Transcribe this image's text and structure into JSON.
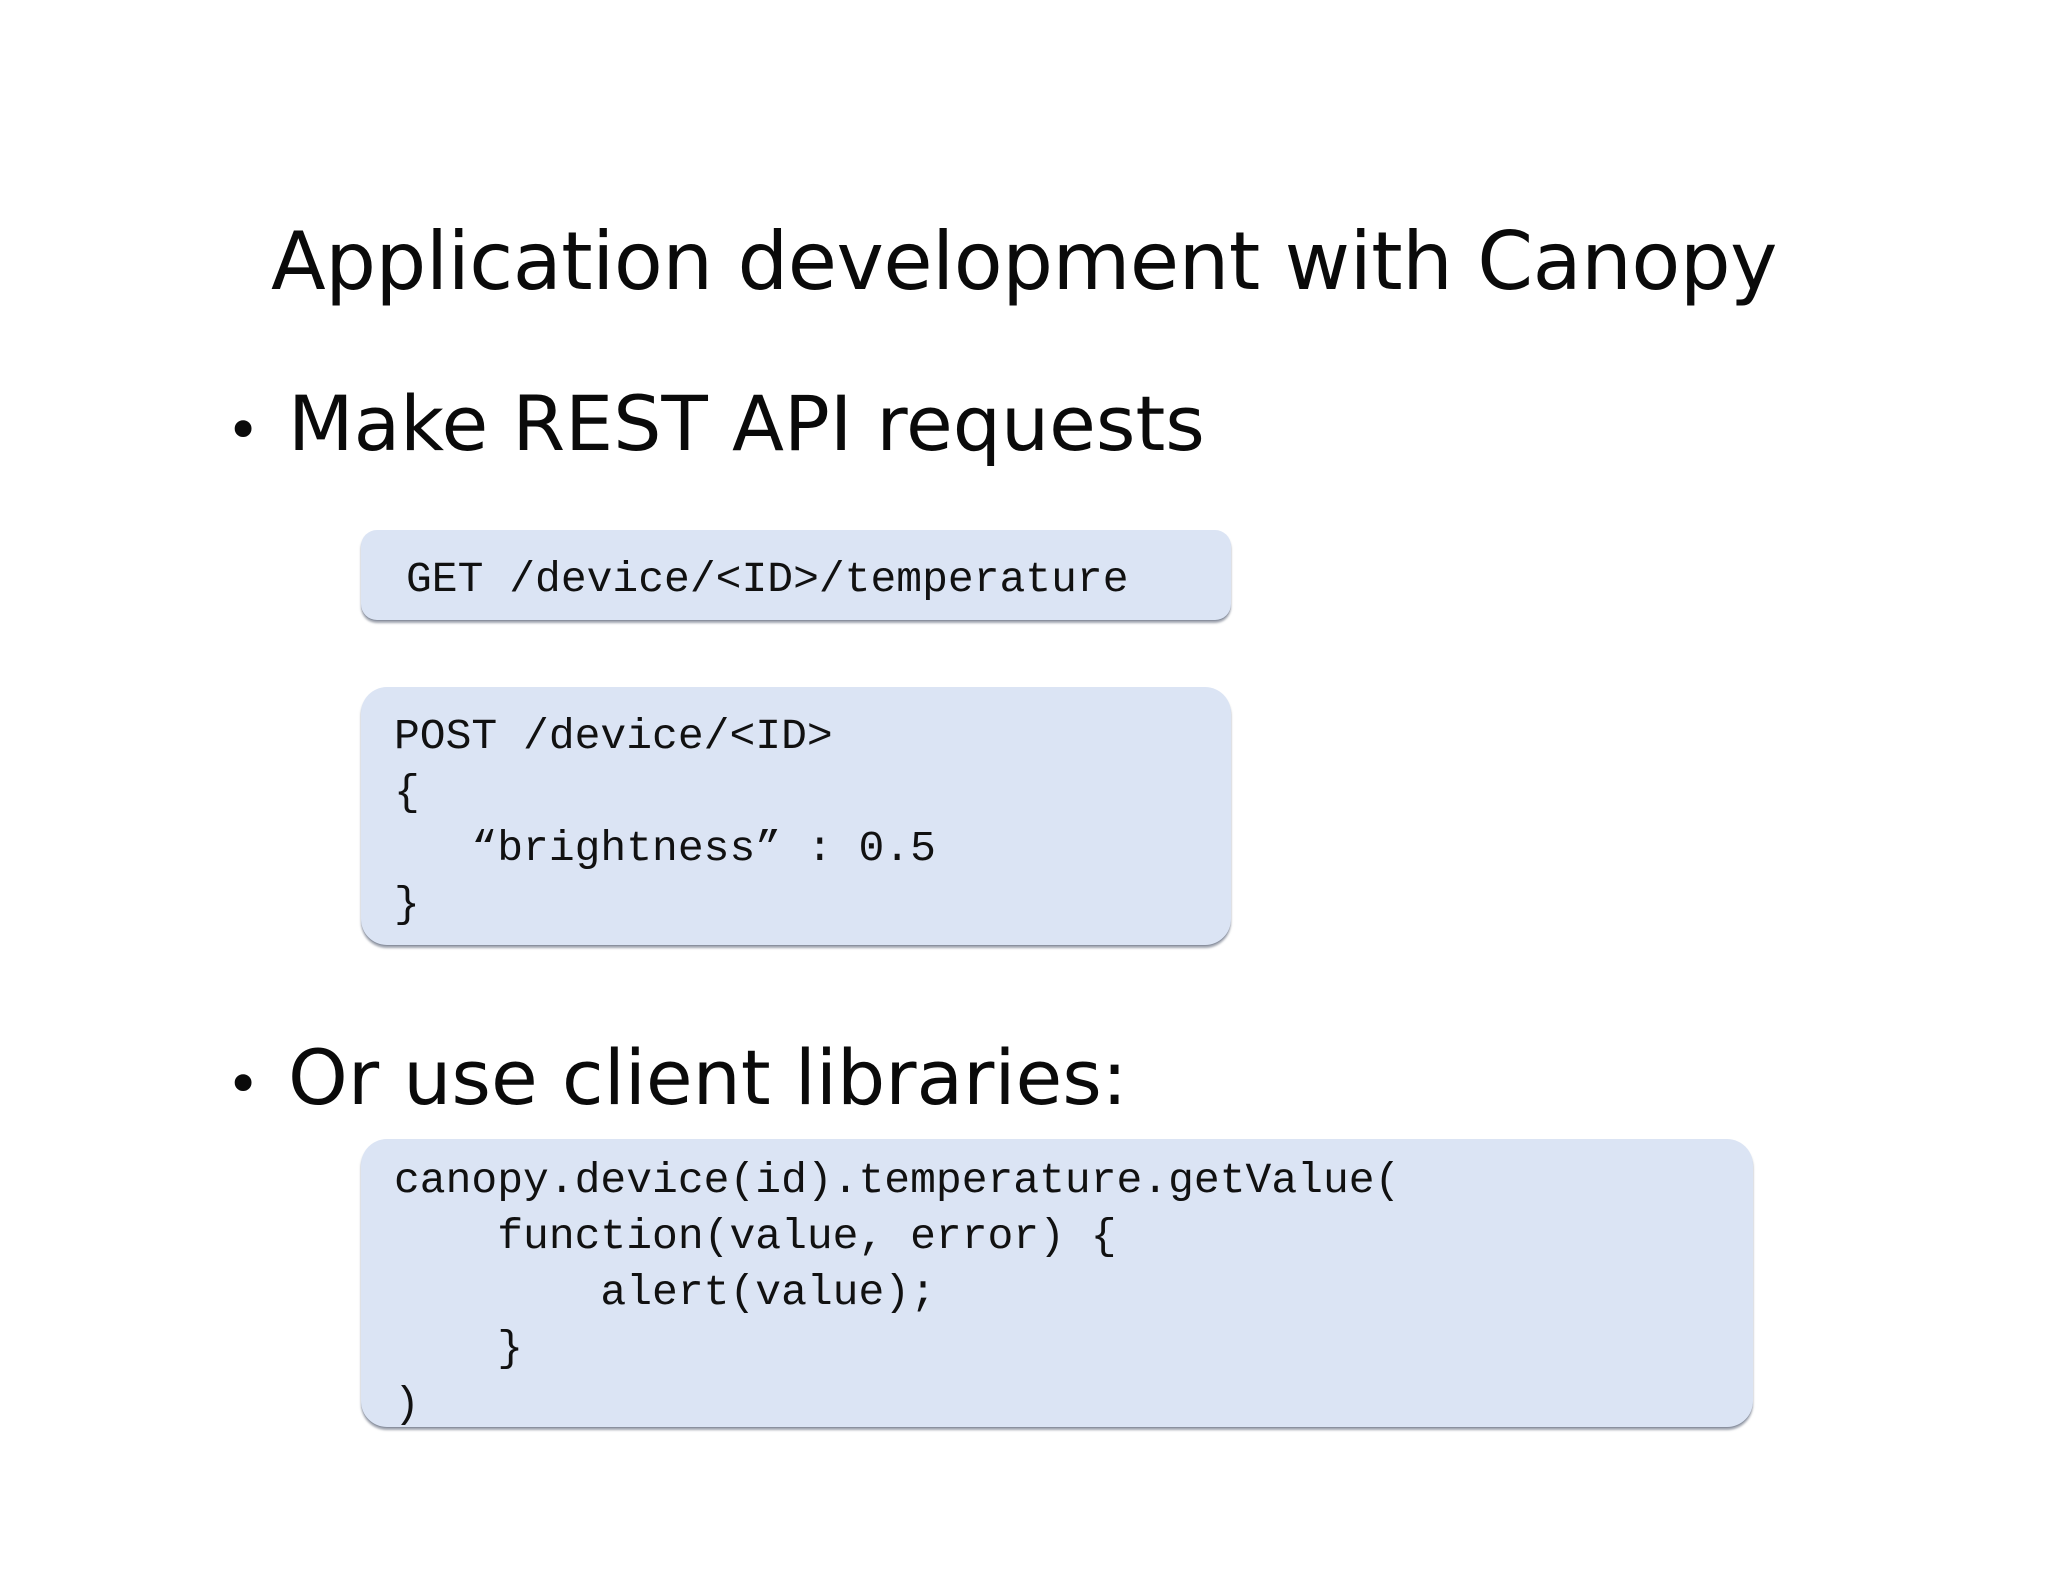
{
  "slide": {
    "title": "Application development with Canopy",
    "bullets": [
      {
        "marker": "•",
        "text": "Make REST API requests"
      },
      {
        "marker": "•",
        "text": "Or use client libraries:"
      }
    ],
    "code_get": {
      "lines": [
        "GET /device/<ID>/temperature"
      ]
    },
    "code_post": {
      "lines": [
        "POST /device/<ID>",
        "{",
        "   “brightness” : 0.5",
        "}"
      ]
    },
    "code_client": {
      "lines": [
        "canopy.device(id).temperature.getValue(",
        "    function(value, error) {",
        "        alert(value);",
        "    }",
        ")"
      ]
    }
  }
}
